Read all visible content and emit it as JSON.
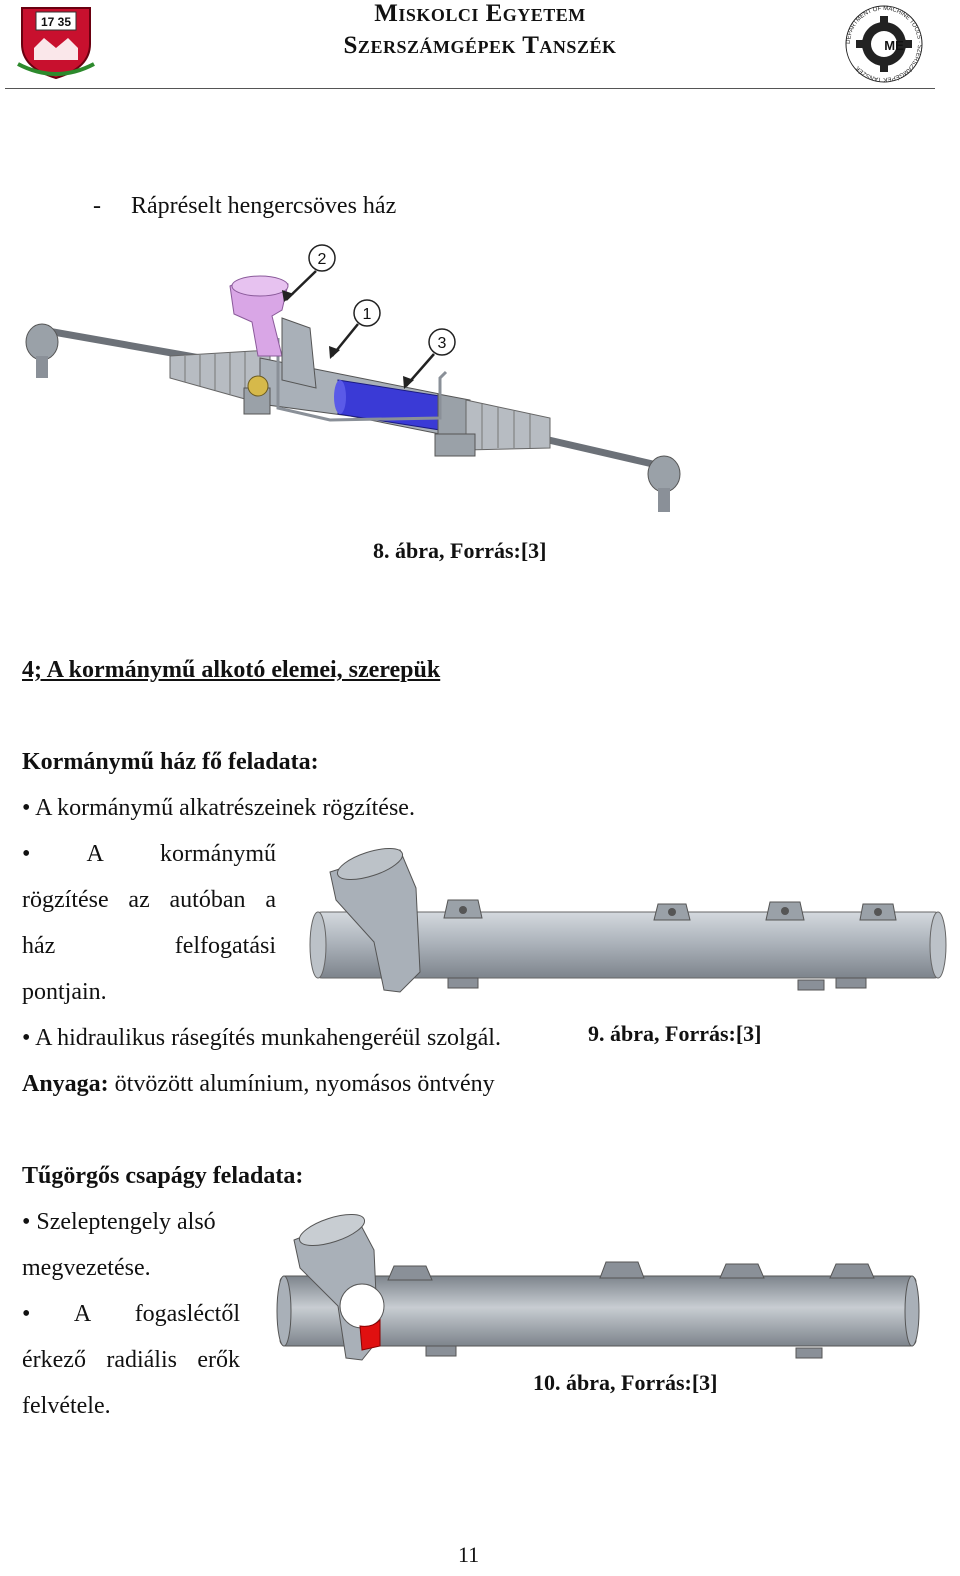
{
  "header": {
    "university": "Miskolci Egyetem",
    "department": "Szerszámgépek Tanszék",
    "left_logo_text": "17 35",
    "right_logo_text": "DEPARTMENT OF MACHINE TOOLS · SZERSZÁMGÉPEK TANSZÉK",
    "right_logo_mark": "ME"
  },
  "item_dash": "-",
  "item_text": "Rápréselt hengercsöves ház",
  "figure8": {
    "caption": "8. ábra, Forrás:[3]",
    "callouts": [
      "2",
      "1",
      "3"
    ]
  },
  "section_title": "4; A kormánymű alkotó elemei, szerepük",
  "housing": {
    "heading": "Kormánymű ház fő feladata:",
    "bullet1": "• A kormánymű alkatrészeinek rögzítése.",
    "bullet2_line1_bullet": "•",
    "bullet2_line1_a": "A",
    "bullet2_line1_b": "kormánymű",
    "bullet2_line2_a": "rögzítése",
    "bullet2_line2_b": "az",
    "bullet2_line2_c": "autóban",
    "bullet2_line2_d": "a",
    "bullet2_line3_a": "ház",
    "bullet2_line3_b": "felfogatási",
    "bullet2_line4": "pontjain.",
    "bullet3": "• A hidraulikus rásegítés munkahengeréül szolgál.",
    "material_label": "Anyaga:",
    "material_value": " ötvözött alumínium, nyomásos öntvény",
    "caption": "9. ábra, Forrás:[3]"
  },
  "bearing": {
    "heading": "Tűgörgős csapágy feladata:",
    "b1_line1": "• Szeleptengely alsó",
    "b1_line2": "megvezetése.",
    "b2_line1_bullet": "•",
    "b2_line1_a": "A",
    "b2_line1_b": "fogasléctől",
    "b2_line2_a": "érkező",
    "b2_line2_b": "radiális",
    "b2_line2_c": "erők",
    "b2_line3": "felvétele.",
    "caption": "10. ábra, Forrás:[3]"
  },
  "page_number": "11",
  "colors": {
    "crest_red": "#c8102e",
    "valve_pink": "#d9a6e6",
    "cylinder_blue": "#3a3ad6",
    "housing_grey": "#a9b0b8",
    "bearing_red": "#e01010"
  }
}
